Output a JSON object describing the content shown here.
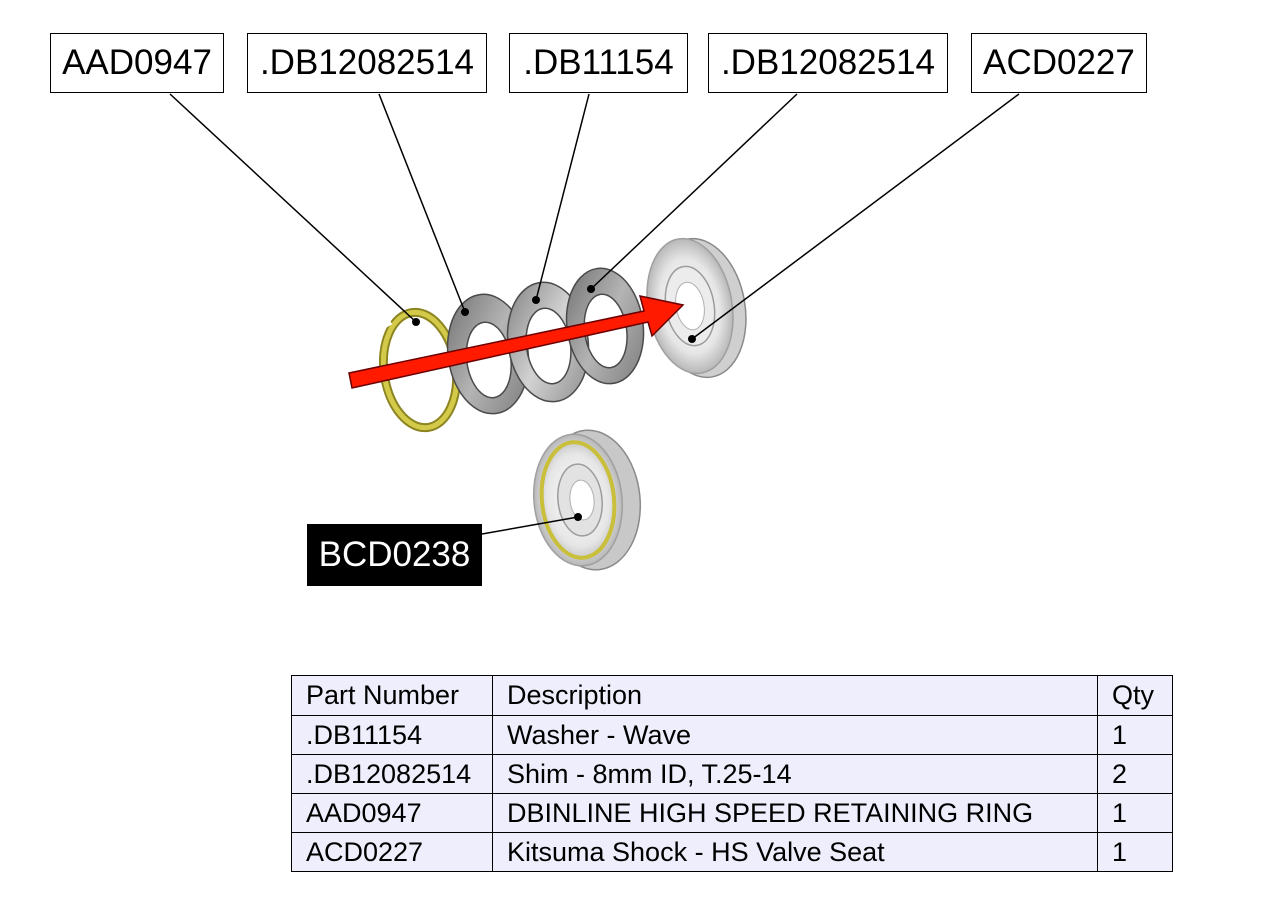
{
  "callouts": {
    "aad0947": "AAD0947",
    "db12082514_a": ".DB12082514",
    "db11154": ".DB11154",
    "db12082514_b": ".DB12082514",
    "acd0227": "ACD0227",
    "bcd0238": "BCD0238"
  },
  "colors": {
    "arrow": "#ff0000",
    "ring": "#c9bf3a",
    "shim": "#9a9a9a",
    "seat": "#d8d8d8",
    "table_fill": "#eeeefc"
  },
  "bom": {
    "headers": {
      "part_number": "Part Number",
      "description": "Description",
      "qty": "Qty"
    },
    "rows": [
      {
        "part_number": ".DB11154",
        "description": "Washer - Wave",
        "qty": "1"
      },
      {
        "part_number": ".DB12082514",
        "description": "Shim - 8mm ID, T.25-14",
        "qty": "2"
      },
      {
        "part_number": "AAD0947",
        "description": "DBINLINE HIGH SPEED RETAINING RING",
        "qty": "1"
      },
      {
        "part_number": "ACD0227",
        "description": "Kitsuma Shock - HS Valve Seat",
        "qty": "1"
      }
    ]
  }
}
